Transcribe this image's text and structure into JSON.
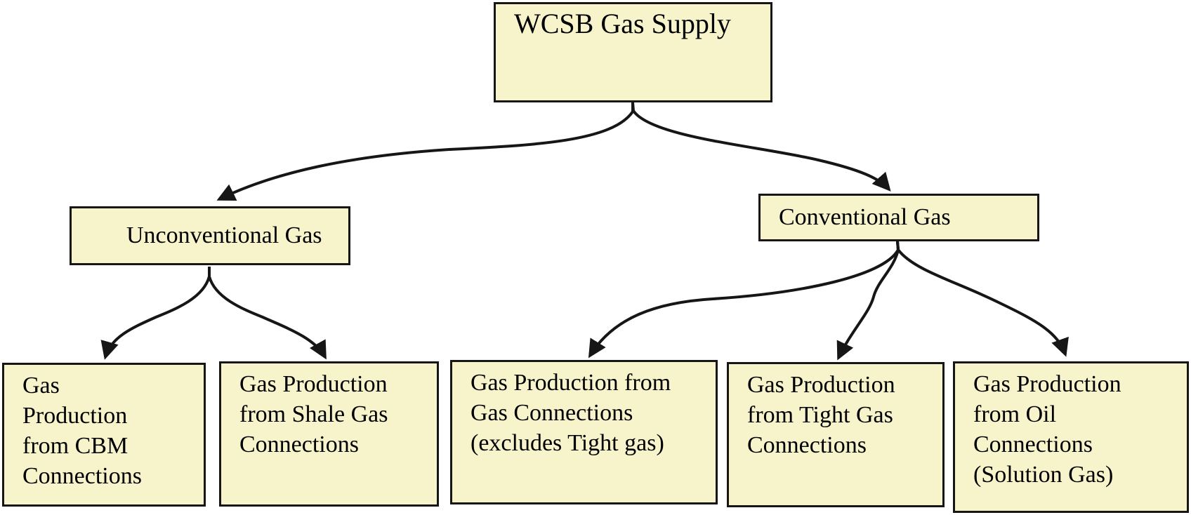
{
  "diagram": {
    "type": "hierarchy",
    "title": "WCSB Gas Supply",
    "root": {
      "id": "wcsb",
      "label": "WCSB Gas Supply"
    },
    "branches": [
      {
        "id": "unconventional",
        "label": "Unconventional Gas",
        "children": [
          {
            "id": "cbm",
            "label": "Gas Production from CBM Connections",
            "lines": [
              "Gas",
              "Production",
              "from CBM",
              "Connections"
            ]
          },
          {
            "id": "shale",
            "label": "Gas Production from Shale Gas Connections",
            "lines": [
              "Gas Production",
              "from Shale Gas",
              "Connections"
            ]
          }
        ]
      },
      {
        "id": "conventional",
        "label": "Conventional Gas",
        "children": [
          {
            "id": "gasconn",
            "label": "Gas Production from Gas Connections (excludes Tight gas)",
            "lines": [
              "Gas Production from",
              "Gas Connections",
              "(excludes Tight gas)"
            ]
          },
          {
            "id": "tight",
            "label": "Gas Production from Tight Gas Connections",
            "lines": [
              "Gas Production",
              "from Tight Gas",
              "Connections"
            ]
          },
          {
            "id": "oil",
            "label": "Gas Production from Oil Connections (Solution Gas)",
            "lines": [
              "Gas Production",
              "from Oil",
              "Connections",
              "(Solution Gas)"
            ]
          }
        ]
      }
    ],
    "edges": [
      {
        "from": "wcsb",
        "to": "unconventional"
      },
      {
        "from": "wcsb",
        "to": "conventional"
      },
      {
        "from": "unconventional",
        "to": "cbm"
      },
      {
        "from": "unconventional",
        "to": "shale"
      },
      {
        "from": "conventional",
        "to": "gasconn"
      },
      {
        "from": "conventional",
        "to": "tight"
      },
      {
        "from": "conventional",
        "to": "oil"
      }
    ],
    "colors": {
      "box_fill": "#f7f4cb",
      "box_border": "#161616",
      "connector": "#161616",
      "background": "#ffffff"
    }
  }
}
